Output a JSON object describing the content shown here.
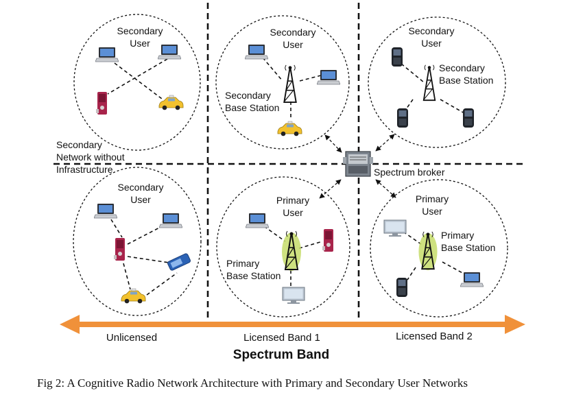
{
  "cells": {
    "top_left": {
      "title": [
        "Secondary",
        "User"
      ]
    },
    "top_center": {
      "title": [
        "Secondary",
        "User"
      ],
      "station": [
        "Secondary",
        "Base Station"
      ]
    },
    "top_right": {
      "title": [
        "Secondary",
        "User"
      ],
      "station": [
        "Secondary",
        "Base Station"
      ]
    },
    "bottom_left": {
      "title": [
        "Secondary",
        "User"
      ]
    },
    "bottom_center": {
      "title": [
        "Primary",
        "User"
      ],
      "station": [
        "Primary",
        "Base Station"
      ]
    },
    "bottom_right": {
      "title": [
        "Primary",
        "User"
      ],
      "station": [
        "Primary",
        "Base Station"
      ]
    }
  },
  "network_label": [
    "Secondary",
    "Network without",
    "Infrastructure"
  ],
  "broker_label": "Spectrum broker",
  "bands": [
    "Unlicensed",
    "Licensed Band 1",
    "Licensed Band 2"
  ],
  "axis_title": "Spectrum Band",
  "caption": "Fig 2: A Cognitive Radio Network Architecture with Primary and Secondary User Networks",
  "colors": {
    "arrow": "#F0913A",
    "taxi": "#F2C12E",
    "phone": "#A8244B",
    "tower_glow": "#C6DC6A"
  }
}
